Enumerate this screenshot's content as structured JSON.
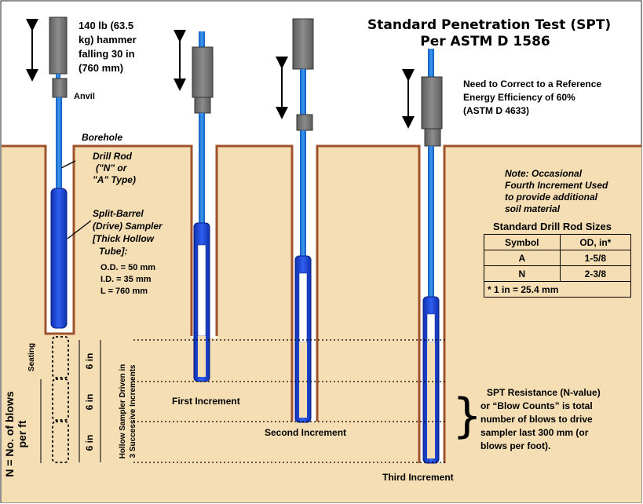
{
  "title": {
    "line1": "Standard Penetration Test (SPT)",
    "line2": "Per ASTM D 1586"
  },
  "hammer": {
    "line1": "140 lb (63.5",
    "line2": "kg) hammer",
    "line3": "falling 30 in",
    "line4": "(760 mm)"
  },
  "anvil_label": "Anvil",
  "borehole_label": "Borehole",
  "drill_rod": {
    "line1": "Drill Rod",
    "line2": "(\"N\" or",
    "line3": "\"A\" Type)"
  },
  "sampler": {
    "line1": "Split-Barrel",
    "line2": "(Drive) Sampler",
    "line3": "[Thick Hollow",
    "line4": "Tube]:",
    "od": "O.D. = 50 mm",
    "id": "I.D. = 35 mm",
    "length": "L =  760 mm"
  },
  "energy_note": {
    "line1": "Need to Correct to a Reference",
    "line2": "Energy Efficiency of 60%",
    "line3": "(ASTM D 4633)"
  },
  "fourth_note": {
    "line1": "Note: Occasional",
    "line2": "Fourth Increment Used",
    "line3": "to provide additional",
    "line4": "soil material"
  },
  "rod_table": {
    "title": "Standard Drill Rod Sizes",
    "headers": [
      "Symbol",
      "OD, in*"
    ],
    "rows": [
      [
        "A",
        "1-5/8"
      ],
      [
        "N",
        "2-3/8"
      ]
    ],
    "footnote": "* 1 in = 25.4 mm"
  },
  "seating_label": "Seating",
  "increment_size": "6 in",
  "increments": {
    "first": "First Increment",
    "second": "Second Increment",
    "third": "Third Increment"
  },
  "hollow_label": {
    "line1": "Hollow Sampler Driven in",
    "line2": "3 Successive Increments"
  },
  "n_label": {
    "line1": "N = No. of blows",
    "line2": "per ft"
  },
  "resistance": {
    "line1": "SPT Resistance (N-value)",
    "line2": "or “Blow Counts” is total",
    "line3": "number of blows to drive",
    "line4": "sampler last 300 mm (or",
    "line5": "blows per foot)."
  },
  "colors": {
    "soil": "#f5deb3",
    "borehole_edge": "#a0522d",
    "rod": "#1f7be0",
    "sampler": "#1f4fe0",
    "hammer": "#7f7f7f"
  }
}
